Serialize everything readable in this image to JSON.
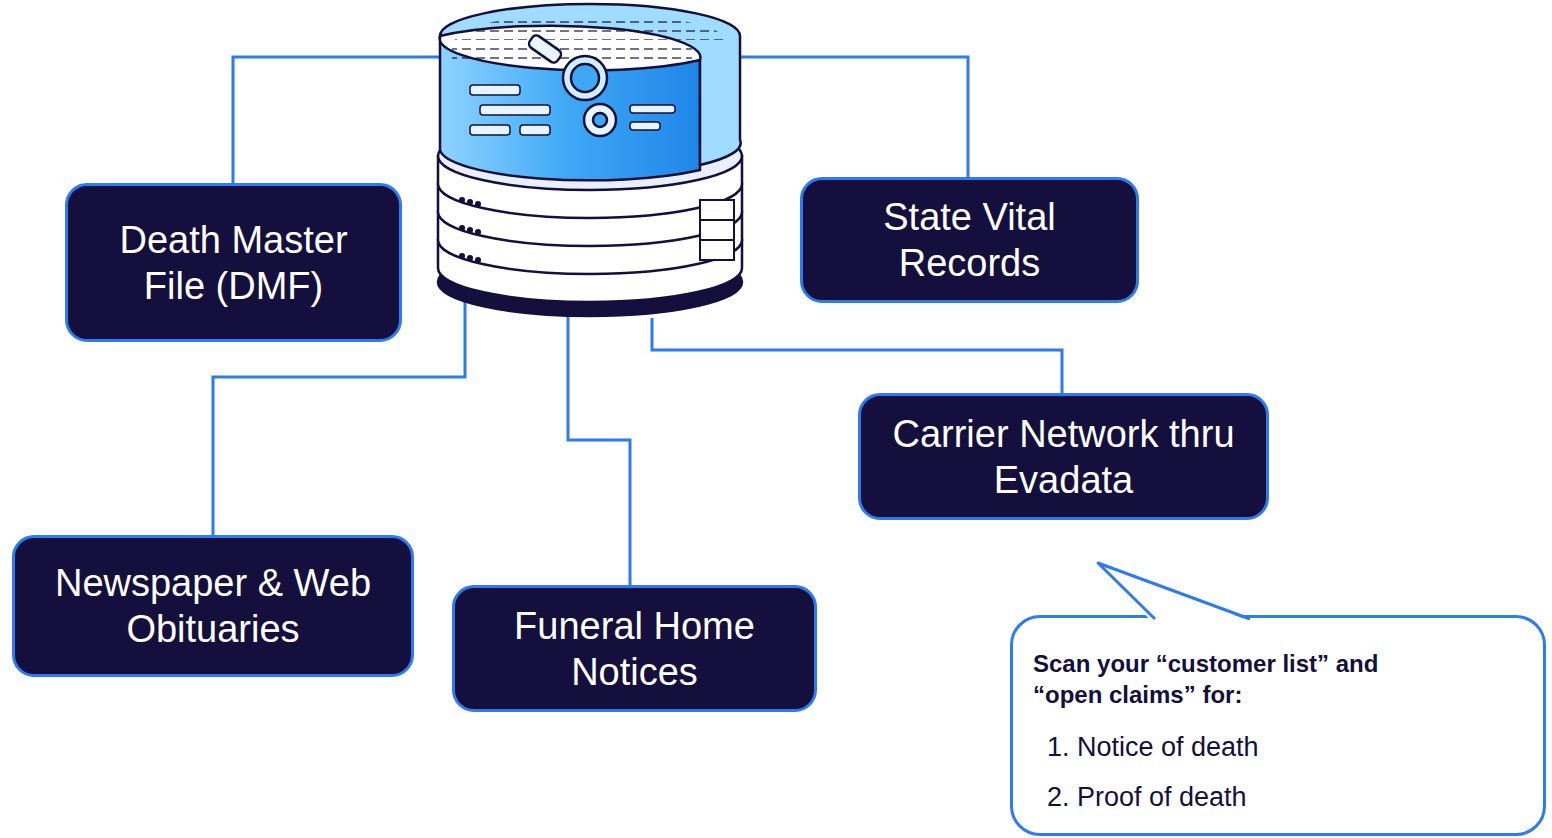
{
  "diagram": {
    "nodes": [
      {
        "text": [
          "Death Master File (DMF)"
        ]
      },
      {
        "text": [
          "State Vital Records"
        ]
      },
      {
        "text": [
          "Carrier Network thru Evadata"
        ]
      },
      {
        "text": [
          "Newspaper & Web Obituaries"
        ]
      },
      {
        "text": [
          "Funeral Home Notices"
        ]
      },
      {
        "text": [
          "Scan your “customer list” and “open claims” for:",
          "1. Notice of death",
          "2. Proof of death"
        ]
      }
    ]
  }
}
